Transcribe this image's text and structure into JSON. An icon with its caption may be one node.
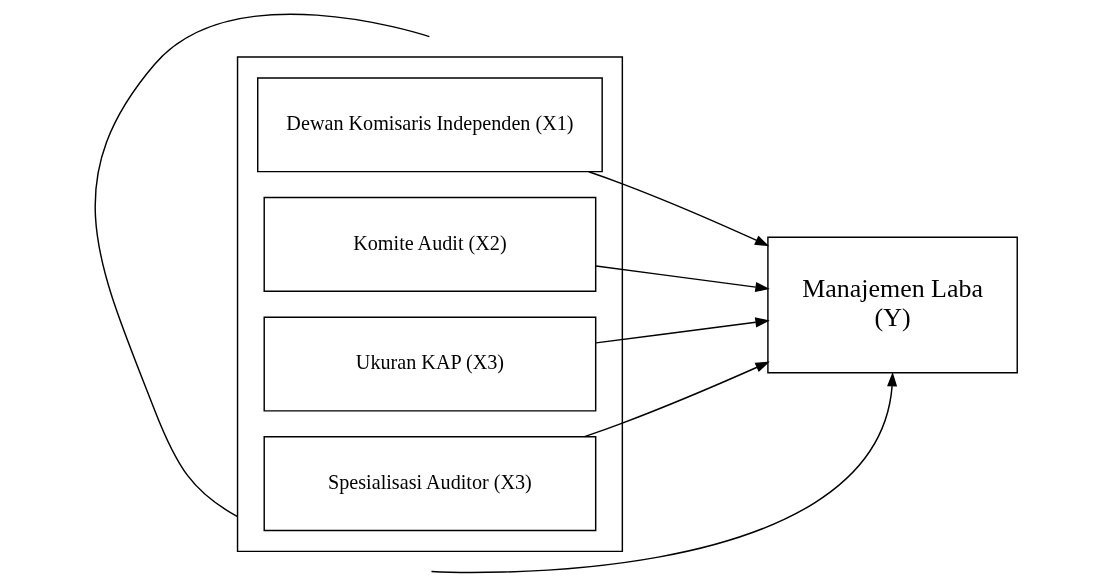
{
  "diagram": {
    "nodes": [
      {
        "text": [],
        "shape": "box"
      },
      {
        "text": [
          "Dewan Komisaris Independen (X1)"
        ],
        "in": 0
      },
      {
        "text": [
          "Komite Audit (X2)"
        ],
        "in": 0
      },
      {
        "text": [
          "Ukuran KAP (X3)"
        ],
        "in": 0
      },
      {
        "text": [
          "Spesialisasi Auditor (X3)"
        ],
        "in": 0
      },
      {
        "text": [
          "Manajemen Laba",
          "(Y)"
        ]
      }
    ],
    "edges": [
      {
        "from": 1,
        "to": 5,
        "arrow": "to"
      },
      {
        "from": 2,
        "to": 5,
        "arrow": "to"
      },
      {
        "from": 3,
        "to": 5,
        "arrow": "to"
      },
      {
        "from": 4,
        "to": 5,
        "arrow": "to"
      },
      {
        "from": 0,
        "to": null,
        "arrow": "none"
      },
      {
        "from": null,
        "to": 5,
        "arrow": "to"
      }
    ]
  }
}
